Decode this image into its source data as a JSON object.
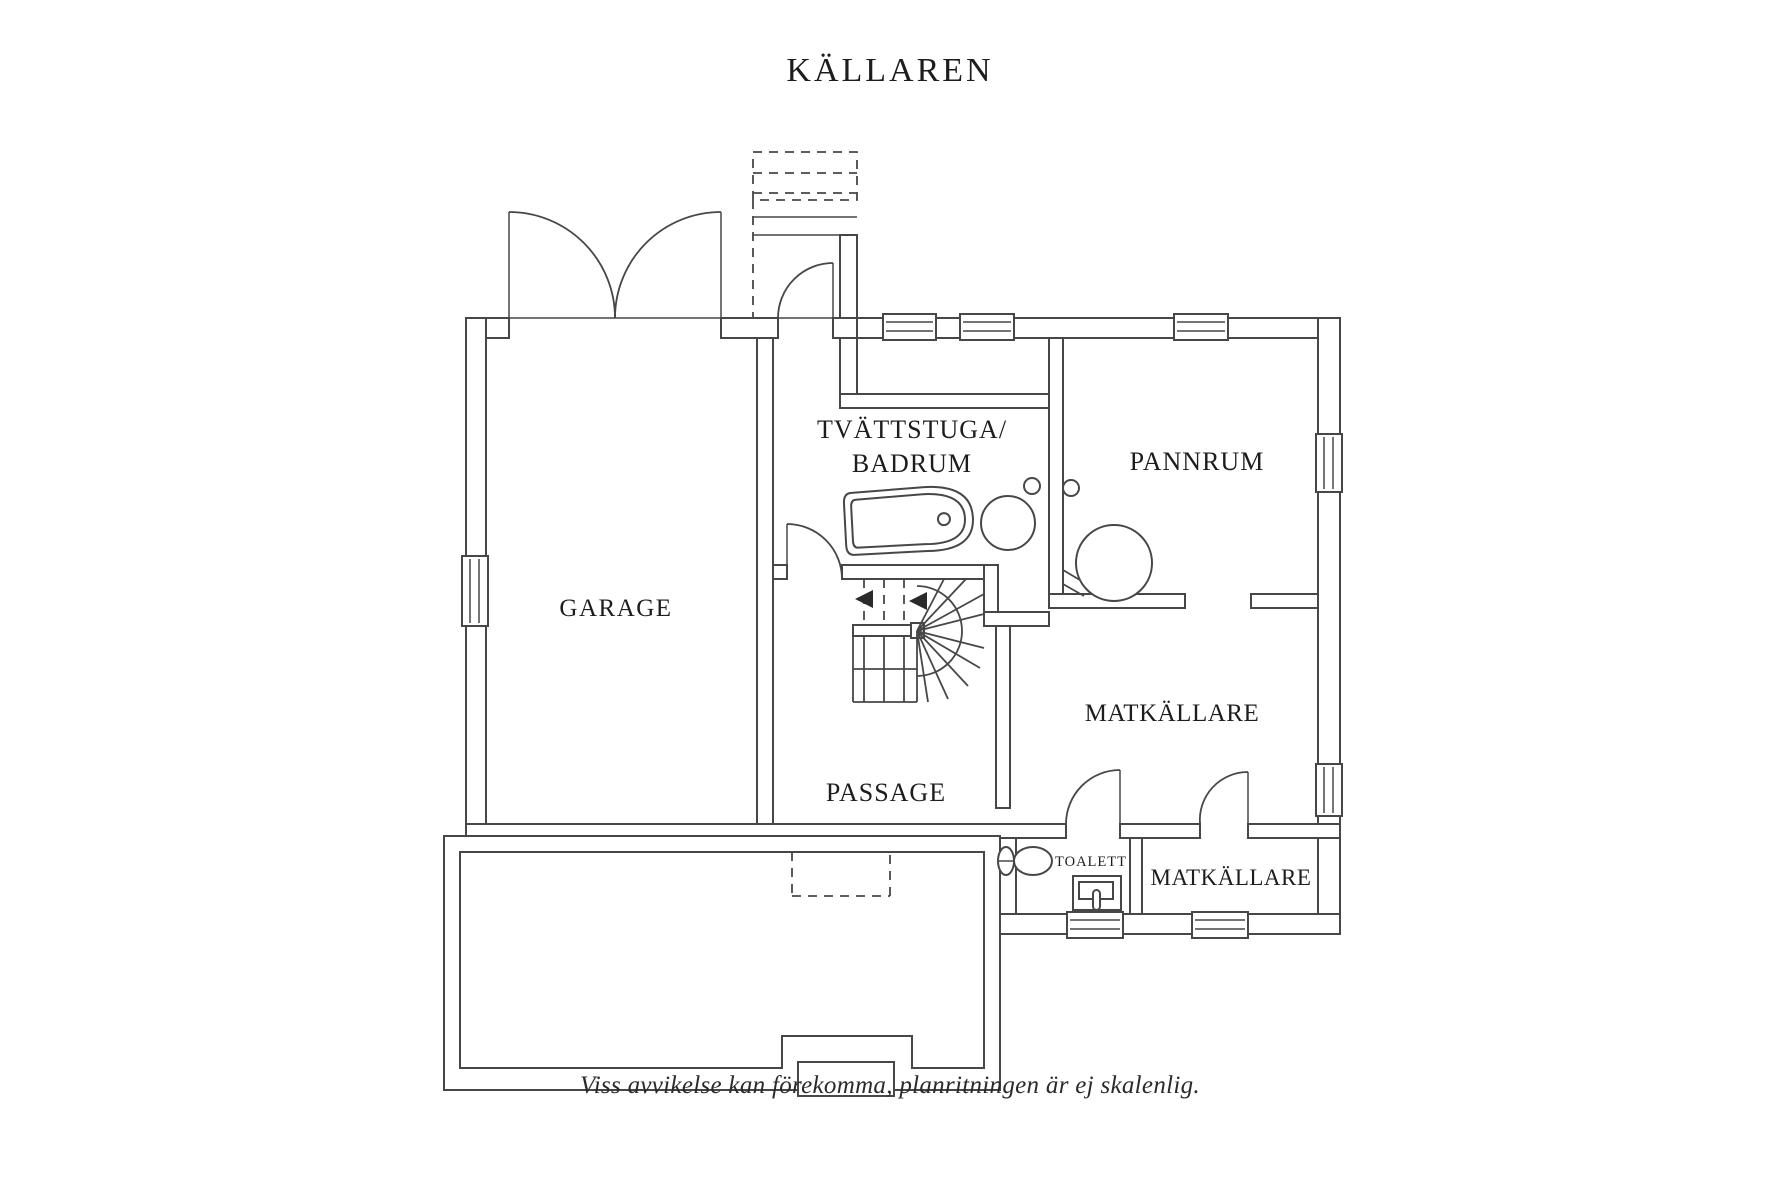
{
  "title": "KÄLLAREN",
  "caption": "Viss avvikelse kan förekomma, planritningen är ej skalenlig.",
  "rooms": {
    "garage": "GARAGE",
    "laundry_line1": "TVÄTTSTUGA/",
    "laundry_line2": "BADRUM",
    "boiler_room": "PANNRUM",
    "passage": "PASSAGE",
    "pantry_large": "MATKÄLLARE",
    "toilet": "TOALETT",
    "pantry_small": "MATKÄLLARE"
  },
  "colors": {
    "background": "#ffffff",
    "wall_line": "#474747",
    "text": "#1d1d1d"
  }
}
